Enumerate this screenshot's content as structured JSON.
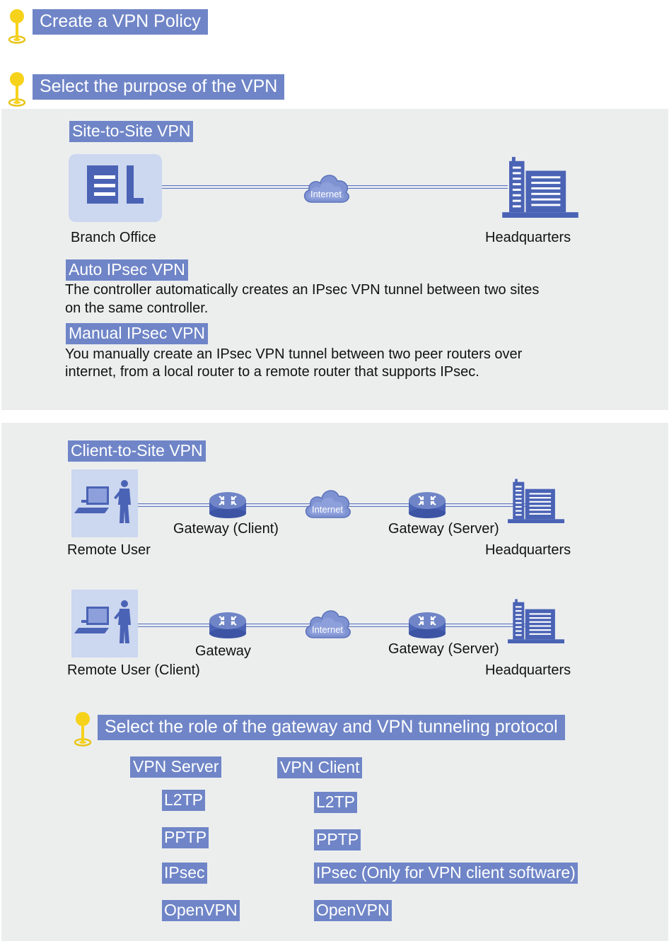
{
  "steps": {
    "step1": "Create a VPN Policy",
    "step2": "Select the purpose of the VPN",
    "step3": "Select the role of the gateway and VPN tunneling protocol"
  },
  "site_to_site": {
    "title": "Site-to-Site VPN",
    "branch_label": "Branch  Office",
    "hq_label": "Headquarters",
    "internet_label": "Internet",
    "auto": {
      "title": "Auto IPsec VPN",
      "desc_line1": "The controller automatically creates an IPsec VPN tunnel between two sites",
      "desc_line2": "on the same controller."
    },
    "manual": {
      "title": "Manual IPsec VPN",
      "desc_line1": "You manually create an IPsec VPN tunnel between two peer routers over",
      "desc_line2": "internet, from a local router to a remote router that supports IPsec."
    }
  },
  "client_to_site": {
    "title": "Client-to-Site VPN",
    "row1": {
      "user_label": "Remote User",
      "gateway_left": "Gateway (Client)",
      "gateway_right": "Gateway (Server)",
      "hq_label": "Headquarters",
      "internet_label": "Internet"
    },
    "row2": {
      "user_label": "Remote User (Client)",
      "gateway_left": "Gateway",
      "gateway_right": "Gateway (Server)",
      "hq_label": "Headquarters",
      "internet_label": "Internet"
    }
  },
  "roles": {
    "server": {
      "title": "VPN Server",
      "protocols": [
        "L2TP",
        "PPTP",
        "IPsec",
        "OpenVPN"
      ]
    },
    "client": {
      "title": "VPN Client",
      "protocols": [
        "L2TP",
        "PPTP",
        "IPsec (Only for VPN client software)",
        "OpenVPN"
      ]
    }
  },
  "colors": {
    "tag_bg": "#6f85c7",
    "icon_blue": "#4a63b5",
    "panel_bg": "#eceeee",
    "pin_yellow": "#f7d21b"
  }
}
